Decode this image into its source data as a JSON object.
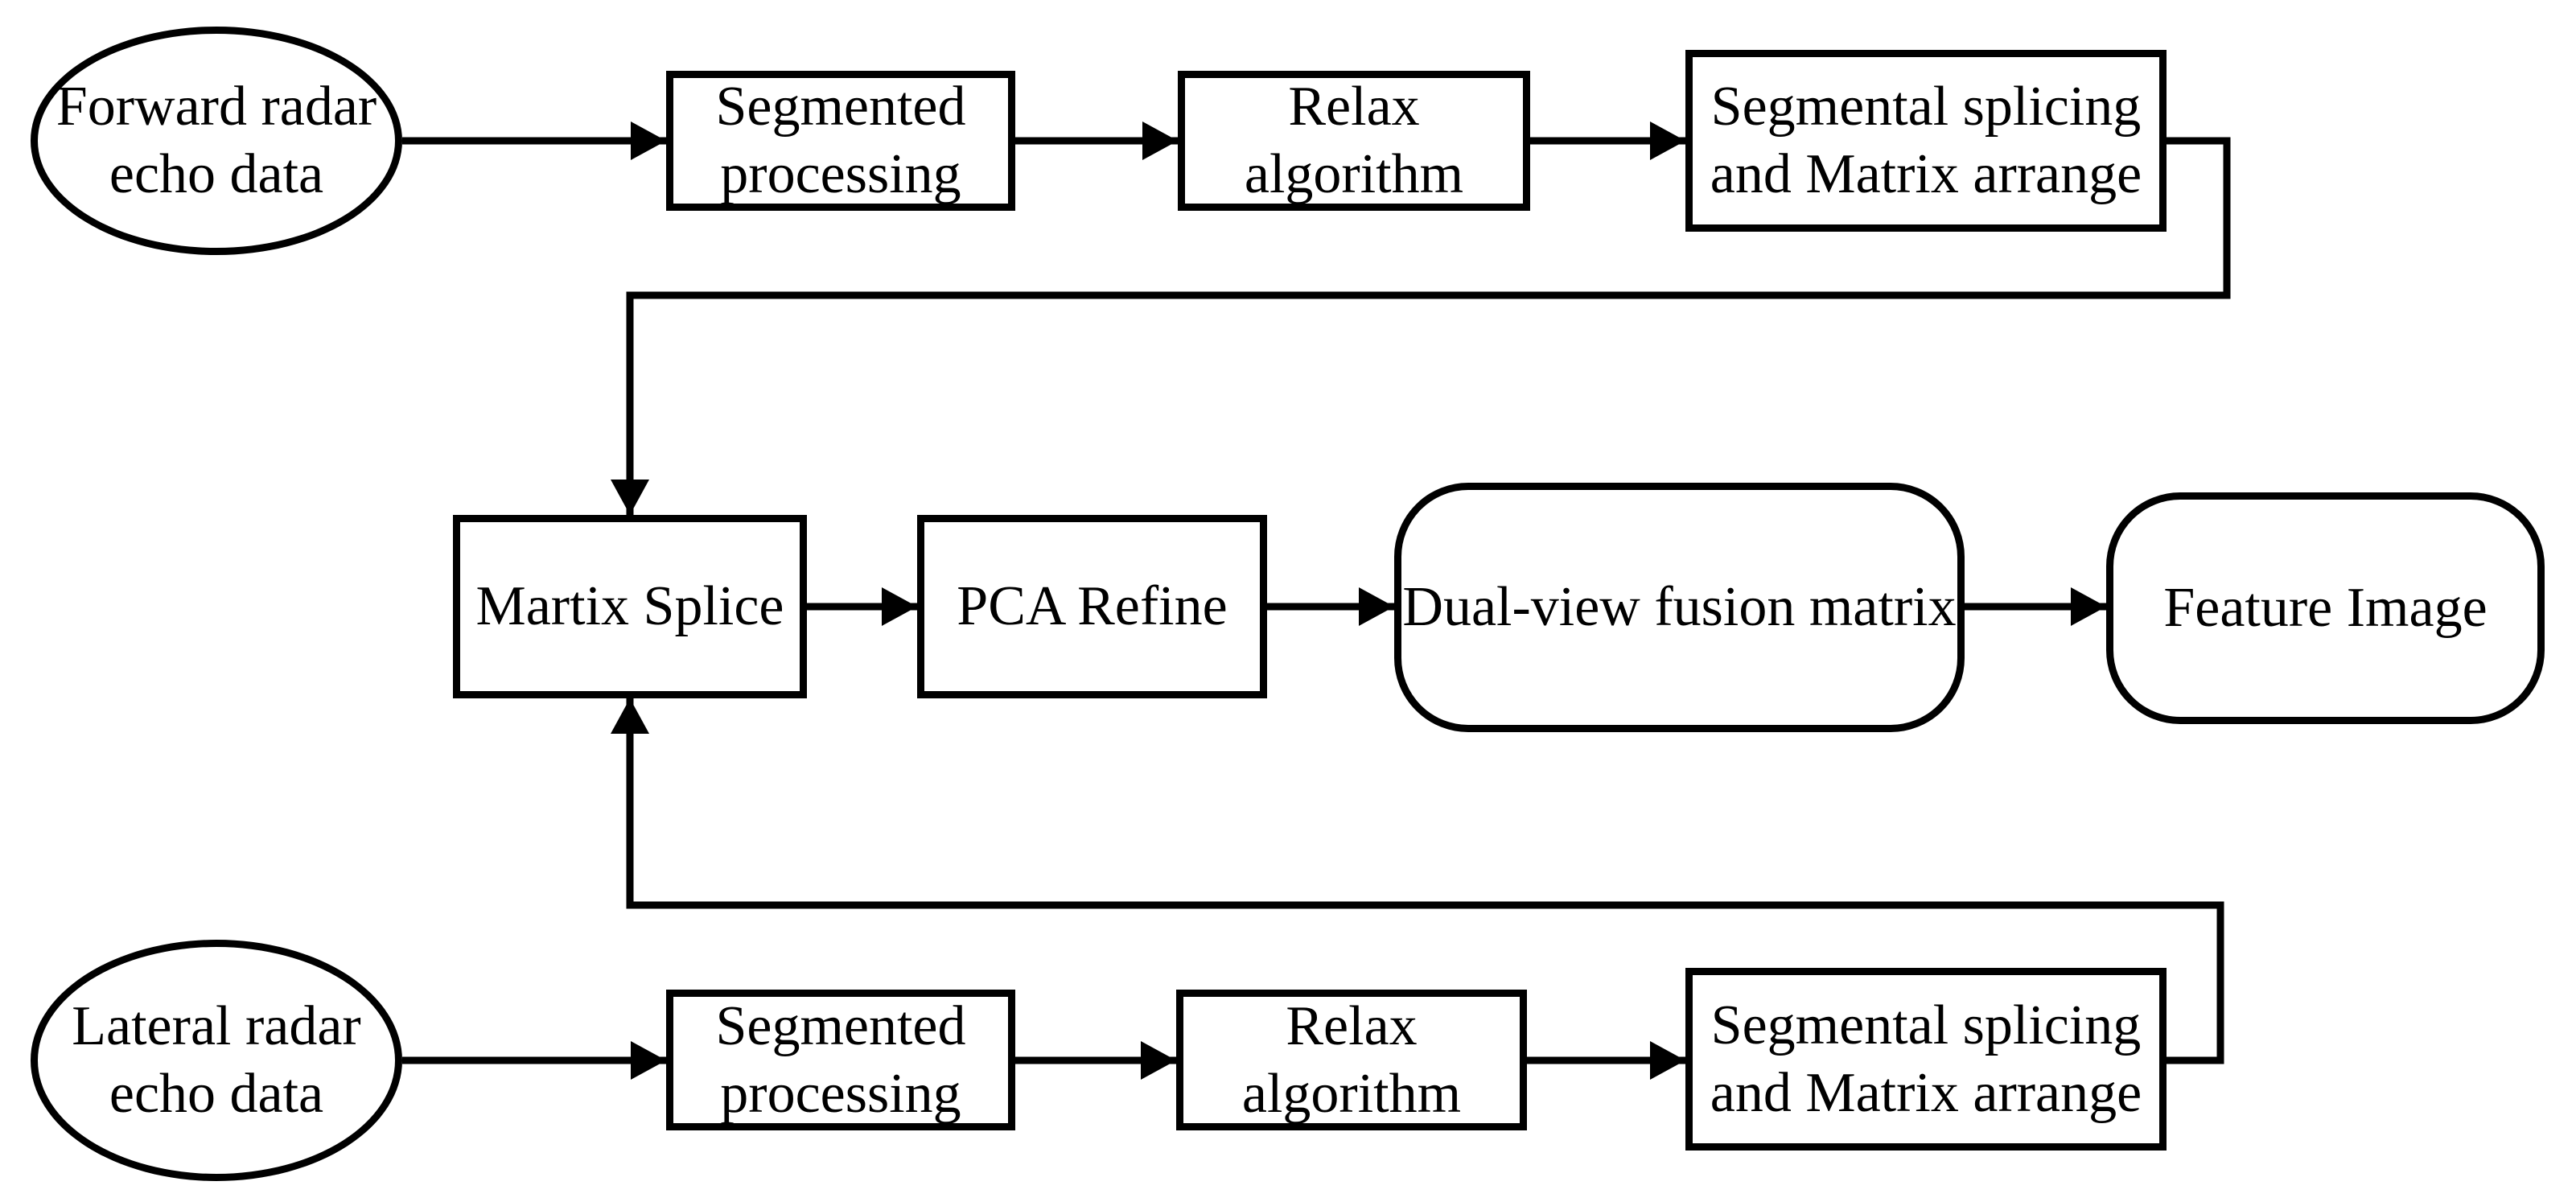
{
  "diagram": {
    "colors": {
      "stroke": "#000000",
      "background": "#ffffff"
    },
    "nodes": {
      "forward_input": {
        "shape": "ellipse",
        "lines": [
          "Forward radar",
          "echo data"
        ]
      },
      "segmented_processing_top": {
        "shape": "rect",
        "lines": [
          "Segmented",
          "processing"
        ]
      },
      "relax_algorithm_top": {
        "shape": "rect",
        "lines": [
          "Relax",
          "algorithm"
        ]
      },
      "segmental_splicing_top": {
        "shape": "rect",
        "lines": [
          "Segmental splicing",
          "and Matrix arrange"
        ]
      },
      "matrix_splice": {
        "shape": "rect",
        "lines": [
          "Martix Splice"
        ]
      },
      "pca_refine": {
        "shape": "rect",
        "lines": [
          "PCA Refine"
        ]
      },
      "dual_view_fusion": {
        "shape": "rounded",
        "lines": [
          "Dual-view fusion matrix"
        ]
      },
      "feature_image": {
        "shape": "rounded",
        "lines": [
          "Feature Image"
        ]
      },
      "lateral_input": {
        "shape": "ellipse",
        "lines": [
          "Lateral radar",
          "echo data"
        ]
      },
      "segmented_processing_bottom": {
        "shape": "rect",
        "lines": [
          "Segmented",
          "processing"
        ]
      },
      "relax_algorithm_bottom": {
        "shape": "rect",
        "lines": [
          "Relax",
          "algorithm"
        ]
      },
      "segmental_splicing_bottom": {
        "shape": "rect",
        "lines": [
          "Segmental splicing",
          "and Matrix arrange"
        ]
      }
    }
  }
}
